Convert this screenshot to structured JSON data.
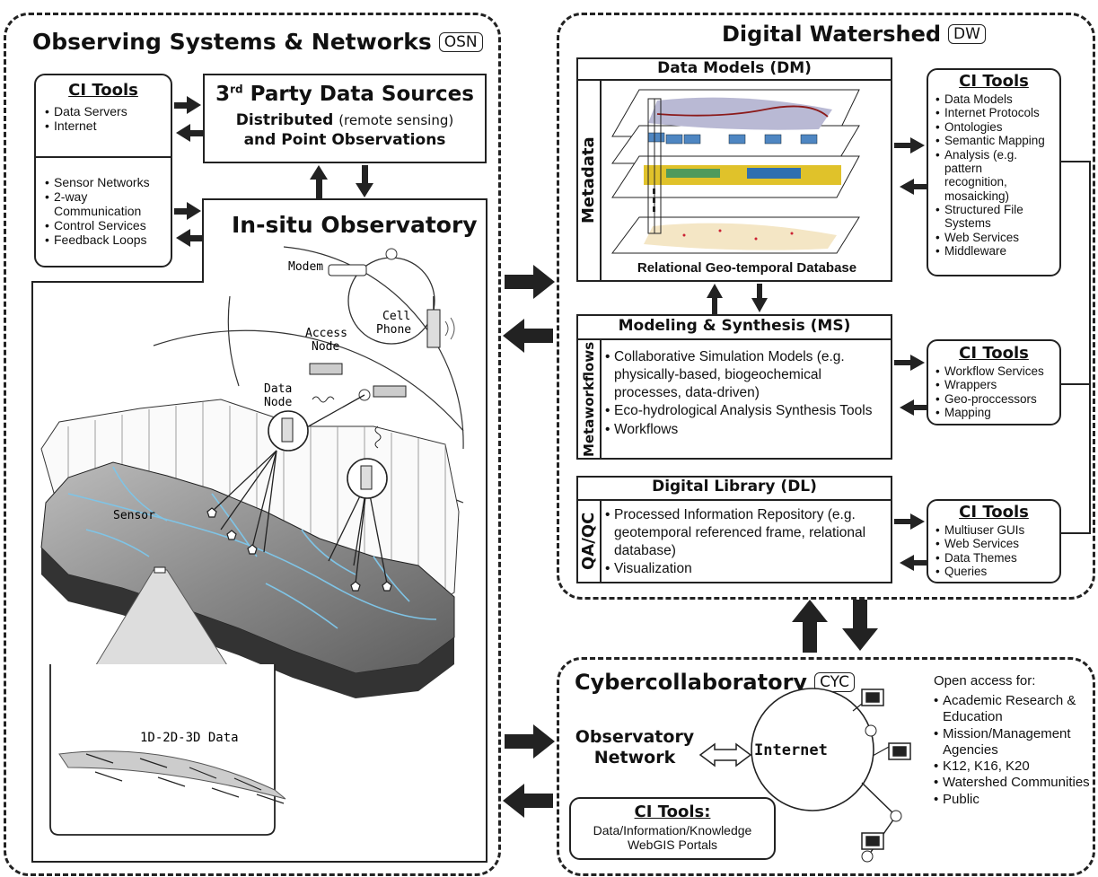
{
  "osn": {
    "title": "Observing Systems & Networks",
    "tag": "OSN",
    "ci_tools_title": "CI Tools",
    "ci_tools_items_1": [
      "Data Servers",
      "Internet"
    ],
    "ci_tools_items_2": [
      "Sensor Networks",
      "2-way Communication",
      "Control Services",
      "Feedback Loops"
    ],
    "third_party_title": "3",
    "third_party_sup": "rd",
    "third_party_rest": " Party Data Sources",
    "third_party_line1a": "Distributed ",
    "third_party_line1b": "(remote sensing)",
    "third_party_line2": "and Point Observations",
    "insitu_title": "In-situ Observatory",
    "labels": {
      "modem": "Modem",
      "cell_phone_1": "Cell",
      "cell_phone_2": "Phone",
      "access_node_1": "Access",
      "access_node_2": "Node",
      "data_node_1": "Data",
      "data_node_2": "Node",
      "sensor": "Sensor",
      "data_dims": "1D-2D-3D Data"
    }
  },
  "dw": {
    "title": "Digital Watershed",
    "tag": "DW",
    "dm_title": "Data Models (DM)",
    "dm_side": "Metadata",
    "dm_caption": "Relational Geo-temporal Database",
    "ci1_title": "CI Tools",
    "ci1_items": [
      "Data Models",
      "Internet Protocols",
      "Ontologies",
      "Semantic Mapping",
      "Analysis (e.g. pattern recognition, mosaicking)",
      "Structured File Systems",
      "Web Services",
      "Middleware"
    ],
    "ms_title": "Modeling & Synthesis (MS)",
    "ms_side": "Metaworkflows",
    "ms_items": [
      "Collaborative Simulation Models (e.g. physically-based, biogeochemical processes, data-driven)",
      "Eco-hydrological Analysis Synthesis Tools",
      "Workflows"
    ],
    "ci2_title": "CI Tools",
    "ci2_items": [
      "Workflow Services",
      "Wrappers",
      "Geo-proccessors",
      "Mapping"
    ],
    "dl_title": "Digital Library (DL)",
    "dl_side": "QA/QC",
    "dl_items": [
      "Processed Information Repository (e.g. geotemporal referenced frame, relational database)",
      "Visualization"
    ],
    "ci3_title": "CI Tools",
    "ci3_items": [
      "Multiuser GUIs",
      "Web Services",
      "Data Themes",
      "Queries"
    ]
  },
  "cyc": {
    "title": "Cybercollaboratory",
    "tag": "CYC",
    "network_1": "Observatory",
    "network_2": "Network",
    "internet": "Internet",
    "ci_title": "CI Tools:",
    "ci_line1": "Data/Information/Knowledge",
    "ci_line2": "WebGIS Portals",
    "open_access": "Open access for:",
    "open_items": [
      "Academic Research & Education",
      "Mission/Management Agencies",
      "K12, K16, K20",
      "Watershed Communities",
      "Public"
    ]
  }
}
